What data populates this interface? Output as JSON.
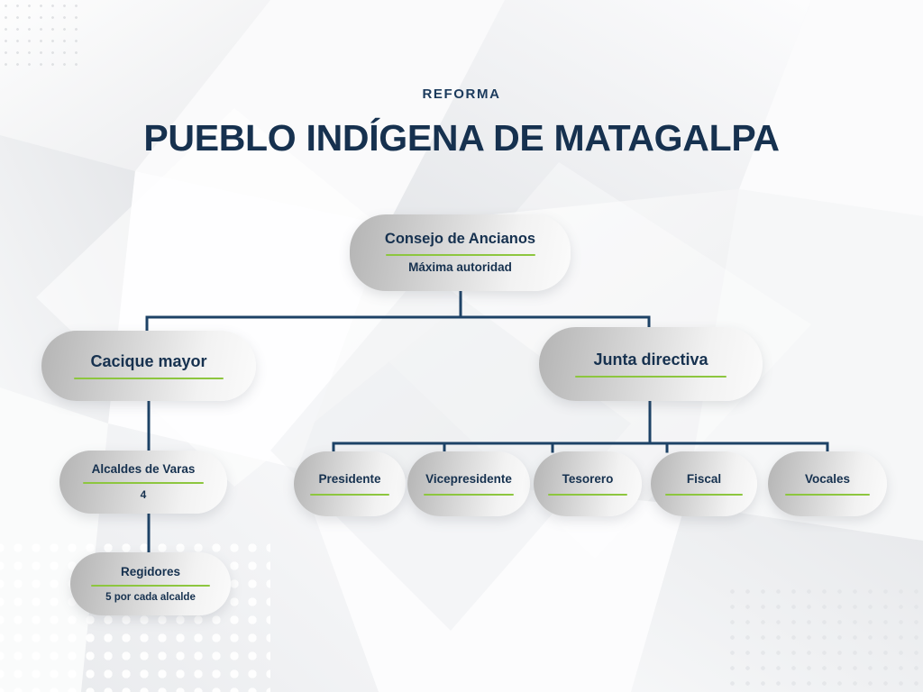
{
  "header": {
    "kicker": "REFORMA",
    "title": "PUEBLO INDÍGENA DE MATAGALPA"
  },
  "colors": {
    "navy": "#16314f",
    "accent_green": "#8dc63f",
    "connector": "#1d4266",
    "background": "#f2f3f5"
  },
  "chart_data": {
    "type": "diagram",
    "subtype": "organizational-chart",
    "title": "PUEBLO INDÍGENA DE MATAGALPA",
    "nodes": [
      {
        "id": "consejo",
        "label": "Consejo de Ancianos",
        "sublabel": "Máxima autoridad",
        "level": 1
      },
      {
        "id": "cacique",
        "label": "Cacique mayor",
        "sublabel": "",
        "level": 2
      },
      {
        "id": "junta",
        "label": "Junta directiva",
        "sublabel": "",
        "level": 2
      },
      {
        "id": "alcaldes",
        "label": "Alcaldes de Varas",
        "sublabel": "4",
        "level": 3
      },
      {
        "id": "regidores",
        "label": "Regidores",
        "sublabel": "5 por cada alcalde",
        "level": 4
      },
      {
        "id": "presidente",
        "label": "Presidente",
        "sublabel": "",
        "level": 3
      },
      {
        "id": "vicepresidente",
        "label": "Vicepresidente",
        "sublabel": "",
        "level": 3
      },
      {
        "id": "tesorero",
        "label": "Tesorero",
        "sublabel": "",
        "level": 3
      },
      {
        "id": "fiscal",
        "label": "Fiscal",
        "sublabel": "",
        "level": 3
      },
      {
        "id": "vocales",
        "label": "Vocales",
        "sublabel": "",
        "level": 3
      }
    ],
    "edges": [
      {
        "from": "consejo",
        "to": "cacique"
      },
      {
        "from": "consejo",
        "to": "junta"
      },
      {
        "from": "cacique",
        "to": "alcaldes"
      },
      {
        "from": "alcaldes",
        "to": "regidores"
      },
      {
        "from": "junta",
        "to": "presidente"
      },
      {
        "from": "junta",
        "to": "vicepresidente"
      },
      {
        "from": "junta",
        "to": "tesorero"
      },
      {
        "from": "junta",
        "to": "fiscal"
      },
      {
        "from": "junta",
        "to": "vocales"
      }
    ]
  }
}
